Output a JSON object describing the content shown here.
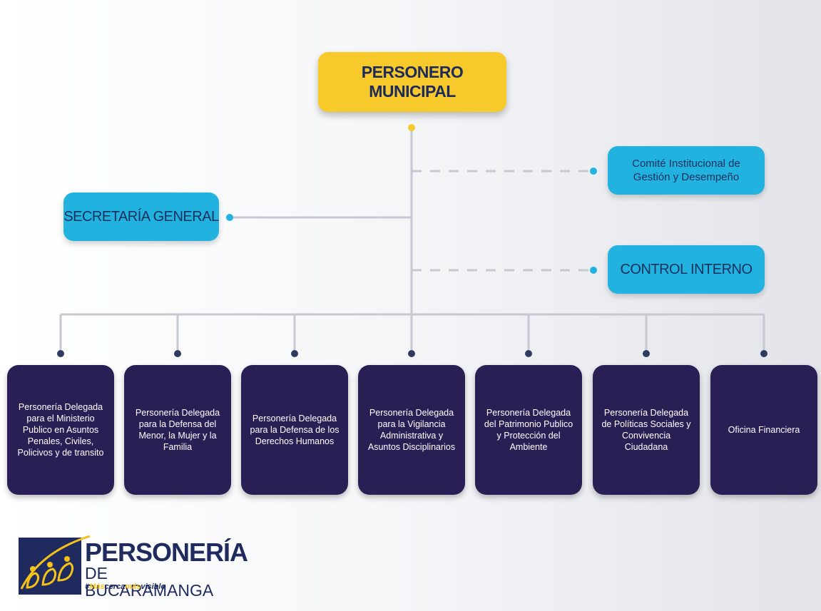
{
  "colors": {
    "head": "#f7c92b",
    "staff": "#22b2e0",
    "unit": "#2a1f55",
    "line": "#c6c9d1",
    "head_dot": "#f7c92b",
    "staff_dot": "#22b2e0",
    "unit_dot": "#2e3a5f"
  },
  "head": {
    "label": "PERSONERO MUNICIPAL"
  },
  "staff": {
    "secretaria": "SECRETARÍA GENERAL",
    "comite": "Comité Institucional de Gestión y Desempeño",
    "control": "CONTROL INTERNO"
  },
  "units": [
    "Personería Delegada para el Ministerio Publico en Asuntos Penales, Civiles, Policivos y de transito",
    "Personería Delegada para la Defensa del Menor, la Mujer y la Familia",
    "Personería Delegada para la Defensa de los Derechos Humanos",
    "Personería Delegada para la Vigilancia Administrativa y Asuntos Disciplinarios",
    "Personería Delegada del Patrimonio Publico y Protección del Ambiente",
    "Personería Delegada de Políticas Sociales y Convivencia Ciudadana",
    "Oficina Financiera"
  ],
  "logo": {
    "title": "PERSONERÍA",
    "subtitle": "DE BUCARAMANGA",
    "tag_hash": "#",
    "tag_1": "Más",
    "tag_2": "cerca",
    "tag_3": "más",
    "tag_4": "visible"
  }
}
